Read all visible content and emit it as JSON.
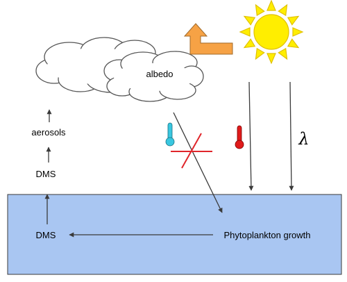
{
  "labels": {
    "albedo": "albedo",
    "aerosols": "aerosols",
    "dms_air": "DMS",
    "dms_ocean": "DMS",
    "phytoplankton": "Phytoplankton growth",
    "lambda": "λ"
  },
  "icons": {
    "sun": "sun-icon",
    "reflection_arrow": "bent-arrow-icon",
    "cold_thermometer": "thermometer-cold-icon",
    "hot_thermometer": "thermometer-hot-icon",
    "blocked_mark": "cross-icon"
  },
  "colors": {
    "ocean_fill": "#a9c6f2",
    "ocean_stroke": "#3a3a3a",
    "sun_fill": "#ffee00",
    "sun_stroke": "#e0c000",
    "reflection_arrow": "#f6a245",
    "cold_thermometer": "#39c7e0",
    "hot_thermometer": "#e01b1b",
    "cross": "#e0252a",
    "cloud_fill": "#ffffff",
    "cloud_stroke": "#555555",
    "arrow_stroke": "#3a3a3a"
  }
}
